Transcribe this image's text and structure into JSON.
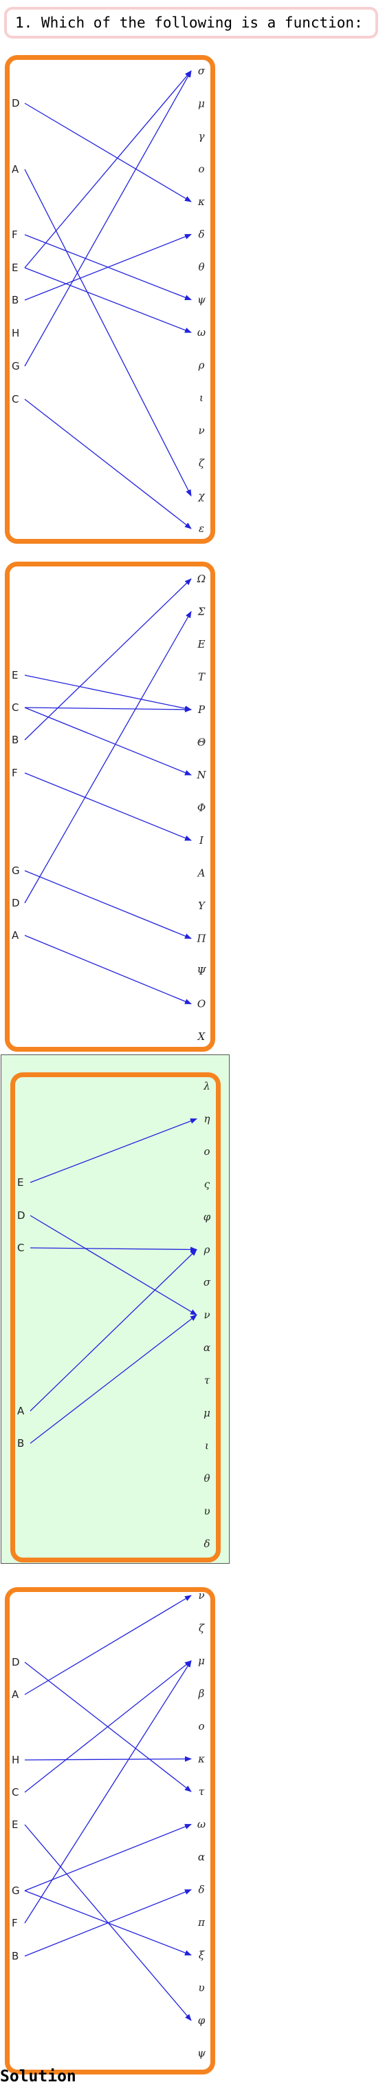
{
  "question": {
    "text": "1. Which of the following is a function:"
  },
  "footer": {
    "label": "Solution"
  },
  "colors": {
    "arrow": "#2222dd",
    "border": "#f5831f",
    "correct_bg": "#e1fde1",
    "question_border": "#f7d0d2"
  },
  "options": [
    {
      "domain": [
        "D",
        "A",
        "F",
        "E",
        "B",
        "H",
        "G",
        "C"
      ],
      "codomain": [
        "σ",
        "μ",
        "γ",
        "ο",
        "κ",
        "δ",
        "θ",
        "ψ",
        "ω",
        "ρ",
        "ι",
        "ν",
        "ζ",
        "χ",
        "ε"
      ],
      "arrows": [
        [
          "D",
          "κ"
        ],
        [
          "A",
          "χ"
        ],
        [
          "F",
          "ψ"
        ],
        [
          "E",
          "σ"
        ],
        [
          "E",
          "ω"
        ],
        [
          "B",
          "δ"
        ],
        [
          "G",
          "σ"
        ],
        [
          "C",
          "ε"
        ]
      ]
    },
    {
      "domain": [
        "E",
        "C",
        "B",
        "F",
        "G",
        "D",
        "A"
      ],
      "codomain": [
        "Ω",
        "Σ",
        "Ε",
        "Τ",
        "Ρ",
        "Θ",
        "Ν",
        "Φ",
        "Ι",
        "Α",
        "Υ",
        "Π",
        "Ψ",
        "Ο",
        "Χ"
      ],
      "arrows": [
        [
          "E",
          "Ρ"
        ],
        [
          "C",
          "Ρ"
        ],
        [
          "C",
          "Ν"
        ],
        [
          "B",
          "Ω"
        ],
        [
          "F",
          "Ι"
        ],
        [
          "G",
          "Π"
        ],
        [
          "D",
          "Σ"
        ],
        [
          "A",
          "Ο"
        ]
      ]
    },
    {
      "domain": [
        "E",
        "D",
        "C",
        "A",
        "B"
      ],
      "codomain": [
        "λ",
        "η",
        "ο",
        "ς",
        "φ",
        "ρ",
        "σ",
        "ν",
        "α",
        "τ",
        "μ",
        "ι",
        "θ",
        "υ",
        "δ"
      ],
      "arrows": [
        [
          "E",
          "η"
        ],
        [
          "D",
          "ν"
        ],
        [
          "C",
          "ρ"
        ],
        [
          "A",
          "ρ"
        ],
        [
          "B",
          "ν"
        ]
      ],
      "correct": true
    },
    {
      "domain": [
        "D",
        "A",
        "H",
        "C",
        "E",
        "G",
        "F",
        "B"
      ],
      "codomain": [
        "ν",
        "ζ",
        "μ",
        "β",
        "ο",
        "κ",
        "τ",
        "ω",
        "α",
        "δ",
        "π",
        "ξ",
        "υ",
        "φ",
        "ψ"
      ],
      "arrows": [
        [
          "D",
          "τ"
        ],
        [
          "A",
          "ν"
        ],
        [
          "H",
          "κ"
        ],
        [
          "C",
          "μ"
        ],
        [
          "E",
          "φ"
        ],
        [
          "G",
          "ω"
        ],
        [
          "G",
          "ξ"
        ],
        [
          "F",
          "μ"
        ],
        [
          "B",
          "δ"
        ]
      ]
    }
  ]
}
